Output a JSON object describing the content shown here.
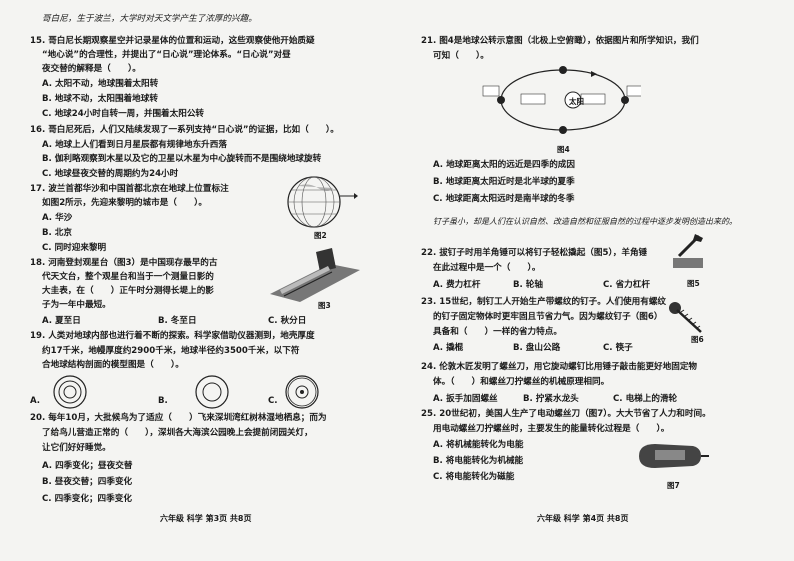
{
  "left": {
    "intro": "哥白尼，生于波兰，大学时对天文学产生了浓厚的兴趣。",
    "q15": {
      "lines": [
        "15. 哥白尼长期观察星空并记录星体的位置和运动，这些观察使他开始质疑",
        "“地心说”的合理性，并提出了“日心说”理论体系。“日心说”对昼",
        "夜交替的解释是（　　）。"
      ],
      "options": [
        "A. 太阳不动，地球围着太阳转",
        "B. 地球不动，太阳围着地球转",
        "C. 地球24小时自转一周，并围着太阳公转"
      ]
    },
    "q16": {
      "lines": [
        "16. 哥白尼死后，人们又陆续发现了一系列支持“日心说”的证据，比如（　　）。"
      ],
      "options": [
        "A. 地球上人们看到日月星辰都有规律地东升西落",
        "B. 伽利略观察到木星以及它的卫星以木星为中心旋转而不是围绕地球旋转",
        "C. 地球昼夜交替的周期约为24小时"
      ]
    },
    "q17": {
      "lines": [
        "17. 波兰首都华沙和中国首都北京在地球上位置标注",
        "如图2所示，先迎来黎明的城市是（　　）。"
      ],
      "options": [
        "A. 华沙",
        "B. 北京",
        "C. 同时迎来黎明"
      ],
      "figure": "图2"
    },
    "q18": {
      "lines": [
        "18. 河南登封观星台（图3）是中国现存最早的古",
        "代天文台，整个观星台和当于一个测量日影的",
        "大圭表，在（　　）正午时分测得长堤上的影",
        "子为一年中最短。"
      ],
      "options": [
        "A. 夏至日",
        "B. 冬至日",
        "C. 秋分日"
      ],
      "figure": "图3"
    },
    "q19": {
      "lines": [
        "19. 人类对地球内部也进行着不断的探索。科学家借助仪器测到，地壳厚度",
        "约17千米，地幔厚度约2900千米，地球半径约3500千米，以下符",
        "合地球结构剖面的模型图是（　　）。"
      ],
      "options": [
        "A.",
        "B.",
        "C."
      ]
    },
    "q20": {
      "lines": [
        "20. 每年10月，大批候鸟为了适应（　　）飞来深圳湾红树林湿地栖息；而为",
        "了给鸟儿营造正常的（　　），深圳各大海滨公园晚上会提前闭园关灯，",
        "让它们好好睡觉。"
      ],
      "options": [
        "A. 四季变化；昼夜交替",
        "B. 昼夜交替；四季变化",
        "C. 四季变化；四季变化"
      ]
    },
    "footer": "六年级  科学  第3页  共8页"
  },
  "right": {
    "q21": {
      "lines": [
        "21. 图4是地球公转示意图（北极上空俯瞰），依据图片和所学知识，我们",
        "可知（　　）。"
      ],
      "labels": [
        "图4",
        "太阳"
      ],
      "options": [
        "A. 地球距离太阳的远近是四季的成因",
        "B. 地球距离太阳近时是北半球的夏季",
        "C. 地球距离太阳远时是南半球的冬季"
      ]
    },
    "intro2": "钉子虽小，却是人们在认识自然、改造自然和征服自然的过程中逐步发明创造出来的。",
    "q22": {
      "lines": [
        "22. 拔钉子时用羊角锤可以将钉子轻松撬起（图5），羊角锤",
        "在此过程中是一个（　　）。"
      ],
      "options": [
        "A. 费力杠杆",
        "B. 轮轴",
        "C. 省力杠杆"
      ],
      "figure": "图5"
    },
    "q23": {
      "lines": [
        "23. 15世纪，制钉工人开始生产带螺纹的钉子。人们使用有螺纹",
        "的钉子固定物体时更牢固且节省力气。因为螺纹钉子（图6）",
        "具备和（　　）一样的省力特点。"
      ],
      "options": [
        "A. 撬棍",
        "B. 盘山公路",
        "C. 筷子"
      ],
      "figure": "图6"
    },
    "q24": {
      "lines": [
        "24. 伦敦木匠发明了螺丝刀，用它旋动螺钉比用锤子敲击能更好地固定物",
        "体。（　　）和螺丝刀拧螺丝的机械原理相同。"
      ],
      "options": [
        "A. 扳手加固螺丝",
        "B. 拧紧水龙头",
        "C. 电梯上的滑轮"
      ]
    },
    "q25": {
      "lines": [
        "25. 20世纪初，美国人生产了电动螺丝刀（图7）。大大节省了人力和时间。",
        "用电动螺丝刀拧螺丝时，主要发生的能量转化过程是（　　）。"
      ],
      "options": [
        "A. 将机械能转化为电能",
        "B. 将电能转化为机械能",
        "C. 将电能转化为磁能"
      ],
      "figure": "图7"
    },
    "footer": "六年级  科学  第4页  共8页"
  }
}
